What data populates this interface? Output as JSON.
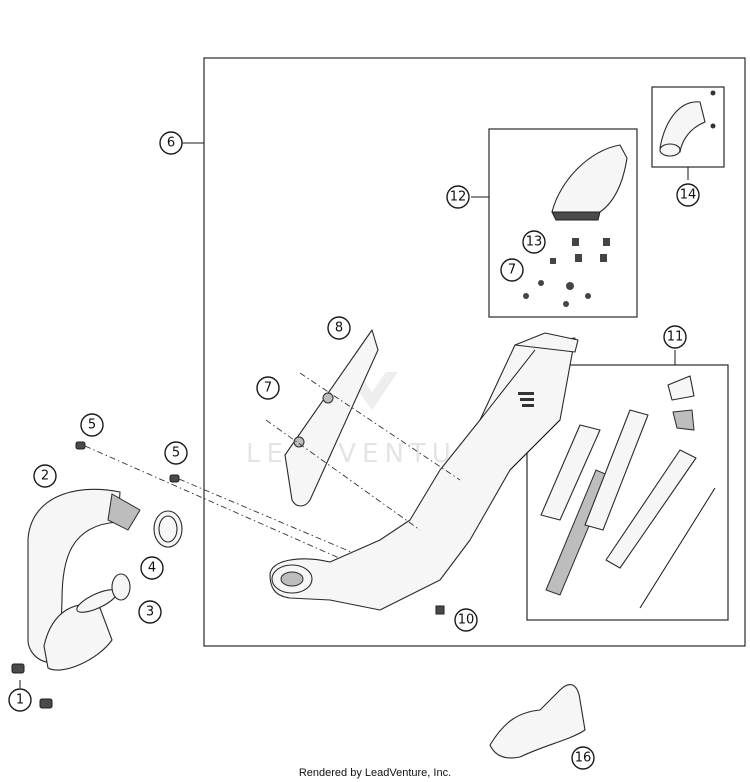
{
  "diagram": {
    "callouts": [
      {
        "id": "c1",
        "label": "1"
      },
      {
        "id": "c2",
        "label": "2"
      },
      {
        "id": "c3",
        "label": "3"
      },
      {
        "id": "c4",
        "label": "4"
      },
      {
        "id": "c5a",
        "label": "5"
      },
      {
        "id": "c5b",
        "label": "5"
      },
      {
        "id": "c6",
        "label": "6"
      },
      {
        "id": "c7a",
        "label": "7"
      },
      {
        "id": "c7b",
        "label": "7"
      },
      {
        "id": "c8",
        "label": "8"
      },
      {
        "id": "c10",
        "label": "10"
      },
      {
        "id": "c11",
        "label": "11"
      },
      {
        "id": "c12",
        "label": "12"
      },
      {
        "id": "c13",
        "label": "13"
      },
      {
        "id": "c14",
        "label": "14"
      },
      {
        "id": "c16",
        "label": "16"
      }
    ],
    "watermark": "LEADVENTURE",
    "footer": "Rendered by LeadVenture, Inc."
  }
}
